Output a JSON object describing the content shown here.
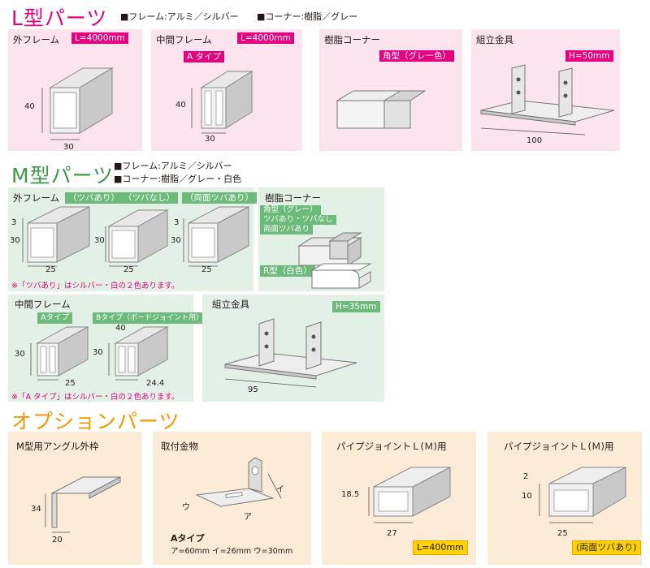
{
  "l_section": {
    "title": "L型パーツ",
    "legend_frame": "■フレーム:アルミ／シルバー",
    "legend_corner": "■コーナー:樹脂／グレー",
    "outer_frame": {
      "title": "外フレーム",
      "tag": "L=4000mm",
      "dim_h": "40",
      "dim_w": "30"
    },
    "middle_frame": {
      "title": "中間フレーム",
      "tag": "L=4000mm",
      "type_tag": "A タイプ",
      "dim_h": "40",
      "dim_w": "30"
    },
    "resin_corner": {
      "title": "樹脂コーナー",
      "tag": "角型（グレー色）"
    },
    "bracket": {
      "title": "組立金具",
      "tag": "H=50mm",
      "dim_w": "100"
    }
  },
  "m_section": {
    "title": "M型パーツ",
    "legend_frame": "■フレーム:アルミ／シルバー",
    "legend_corner": "■コーナー:樹脂／グレー・白色",
    "outer_frame": {
      "title": "外フレーム",
      "tag_1": "（ツバあり）",
      "tag_2": "（ツバなし）",
      "tag_3": "（両面ツバあり）",
      "dim_top": "3",
      "dim_h": "30",
      "dim_w": "25",
      "note": "※「ツバあり」はシルバー・白の２色あります。"
    },
    "resin_corner": {
      "title": "樹脂コーナー",
      "square_tag_line1": "角型（グレー）",
      "square_tag_line2": "ツバあり・ツバなし",
      "square_tag_line3": "両面ツバあり",
      "r_tag": "R型（白色）"
    },
    "middle_frame": {
      "title": "中間フレーム",
      "tag_a": "Aタイプ",
      "tag_b": "Bタイプ（ボードジョイント用）",
      "dim_top": "40",
      "dim_h": "30",
      "dim_w_a": "25",
      "dim_w_b": "24.4",
      "note": "※「A タイプ」はシルバー・白の２色あります。"
    },
    "bracket": {
      "title": "組立金具",
      "tag": "H=35mm",
      "dim_w": "95"
    }
  },
  "o_section": {
    "title": "オプションパーツ",
    "angle": {
      "title": "M型用アングル外枠",
      "dim_h": "34",
      "dim_w": "20"
    },
    "fitting": {
      "title": "取付金物",
      "label_u": "ウ",
      "label_a": "ア",
      "label_i": "イ",
      "caption_title": "Aタイプ",
      "caption_dims": "ア=60mm イ=26mm ウ=30mm"
    },
    "pipe_l": {
      "title": "パイプジョイントＬ(Ｍ)用",
      "dim_h": "18.5",
      "dim_w": "27",
      "tag": "L=400mm"
    },
    "pipe_m": {
      "title": "パイプジョイントＬ(Ｍ)用",
      "dim_top": "2",
      "dim_h": "10",
      "dim_w": "25",
      "tag": "(両面ツバあり)"
    }
  },
  "colors": {
    "l_title": "#e4007f",
    "m_title": "#3a9a48",
    "o_title": "#f39800",
    "pink_panel": "#fbe4ee",
    "green_panel": "#e2f0e5",
    "peach_panel": "#fcebd7"
  }
}
